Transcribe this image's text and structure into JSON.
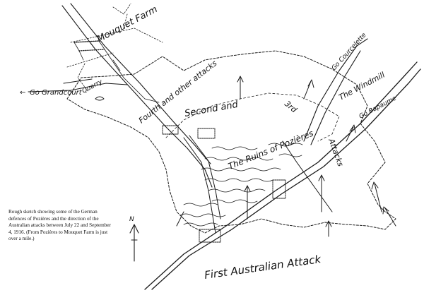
{
  "labels": {
    "mouquet_farm": "Mouquet Farm",
    "go_courcelette": "Go Courcelette",
    "fourth_and_other_attacks": "Fourth and other attacks",
    "go_grandcourt": "Go Grandcourt",
    "quarry": "Quarry",
    "the_windmill": "The Windmill",
    "go_bapaume": "Go Bapaume",
    "second_and": "Second and",
    "third": "3rd",
    "ruins_of_pozieres": "The Ruins of Pozières",
    "attacks": "Attacks",
    "first_australian_attack": "First Australian Attack",
    "north": "N"
  },
  "caption": "Rough sketch showing some of the German defences of Pozières and the direction of the Australian attacks between July 22 and September 4, 1916. (From Pozières to Mouquet Farm is just over a mile.)"
}
